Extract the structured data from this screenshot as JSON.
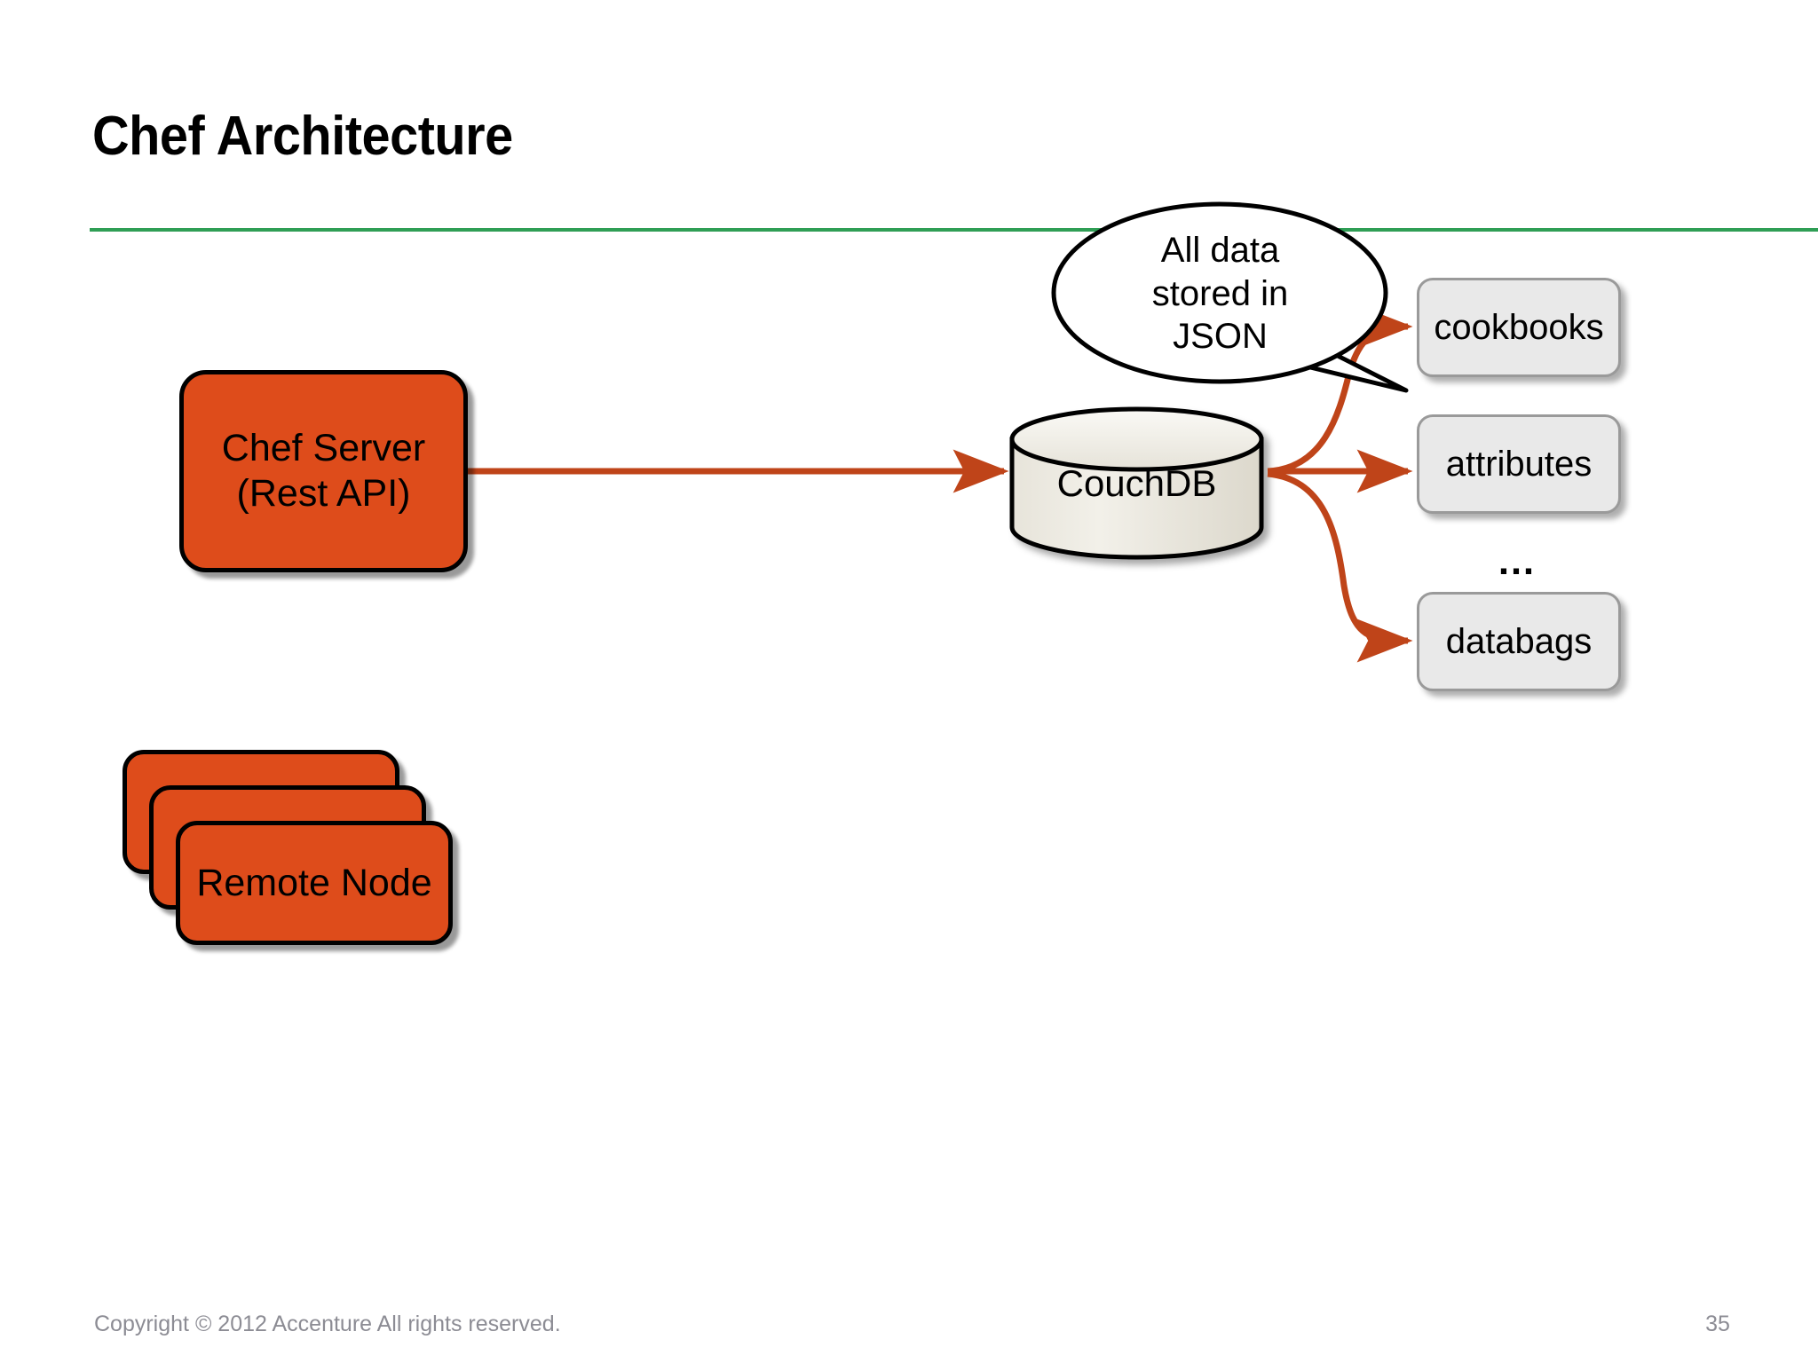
{
  "slide": {
    "title": "Chef Architecture",
    "accent_rule_color": "#2f9e55",
    "background_color": "#ffffff"
  },
  "diagram": {
    "chef_server": {
      "label_line1": "Chef Server",
      "label_line2": "(Rest API)",
      "fill_color": "#DE4C1B",
      "border_color": "#000000"
    },
    "remote_node": {
      "label": "Remote Node",
      "stack_count": 3,
      "fill_color": "#DE4C1B",
      "border_color": "#000000"
    },
    "couchdb": {
      "label": "CouchDB",
      "fill_color": "#EDEBE3",
      "border_color": "#000000"
    },
    "speech_bubble": {
      "line1": "All data",
      "line2": "stored in",
      "line3": "JSON"
    },
    "data_boxes": [
      {
        "label": "cookbooks",
        "fill_color": "#E9E9E9",
        "border_color": "#9a9a9a"
      },
      {
        "label": "attributes",
        "fill_color": "#E9E9E9",
        "border_color": "#9a9a9a"
      },
      {
        "label": "databags",
        "fill_color": "#E9E9E9",
        "border_color": "#9a9a9a"
      }
    ],
    "ellipsis": "…",
    "connector_color": "#BF4419"
  },
  "footer": {
    "copyright": "Copyright © 2012 Accenture  All rights reserved.",
    "page_number": "35",
    "text_color": "#8c8c94"
  }
}
